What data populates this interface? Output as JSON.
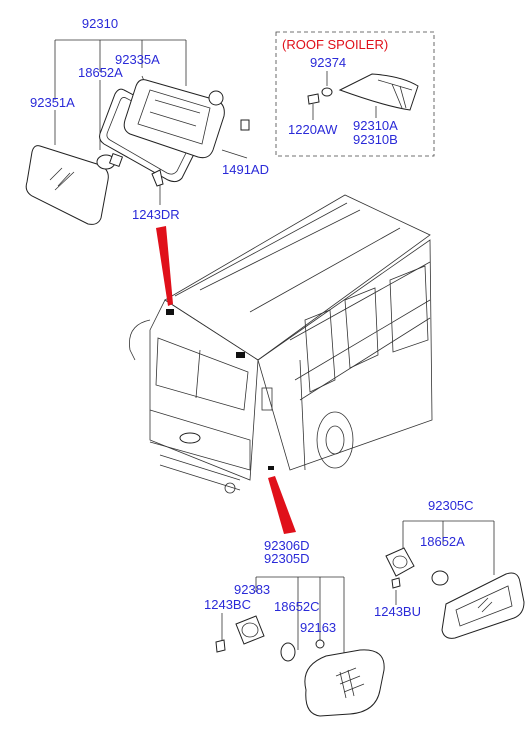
{
  "labels": {
    "p92310": "92310",
    "p92335A": "92335A",
    "p18652A_top": "18652A",
    "p92351A": "92351A",
    "p1491AD": "1491AD",
    "p1243DR": "1243DR",
    "roof_spoiler": "(ROOF SPOILER)",
    "p92374": "92374",
    "p1220AW": "1220AW",
    "p92310A": "92310A",
    "p92310B": "92310B",
    "p92305C": "92305C",
    "p18652A_right": "18652A",
    "p1243BU": "1243BU",
    "p92306D": "92306D",
    "p92305D": "92305D",
    "p92383": "92383",
    "p1243BC": "1243BC",
    "p18652C": "18652C",
    "p92163": "92163"
  },
  "colors": {
    "label_blue": "#2a2ad8",
    "label_red": "#e0101a",
    "pointer_red": "#e0101a",
    "line": "#333333"
  }
}
